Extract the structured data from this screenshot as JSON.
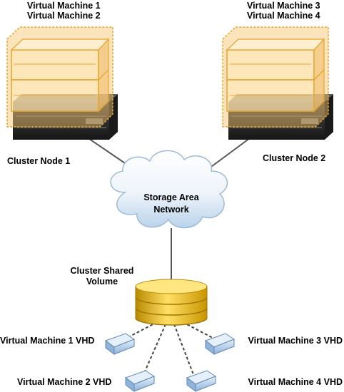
{
  "vm_group_left": {
    "line1": "Virtual Machine 1",
    "line2": "Virtual Machine 2"
  },
  "vm_group_right": {
    "line1": "Virtual Machine 3",
    "line2": "Virtual Machine 4"
  },
  "node_left": {
    "label": "Cluster Node 1"
  },
  "node_right": {
    "label": "Cluster Node 2"
  },
  "san": {
    "line1": "Storage Area",
    "line2": "Network"
  },
  "csv": {
    "line1": "Cluster Shared",
    "line2": "Volume"
  },
  "vhds": [
    {
      "label": "Virtual Machine 1 VHD"
    },
    {
      "label": "Virtual Machine 3 VHD"
    },
    {
      "label": "Virtual Machine 2 VHD"
    },
    {
      "label": "Virtual Machine 4 VHD"
    }
  ],
  "colors": {
    "vm_glow": "#f7c46a",
    "vm_outline": "#e6a52a",
    "server_dark": "#2b2b2b",
    "cloud_blue": "#b8d4ea",
    "disk_gold": "#e8b800",
    "vhd_blue": "#a9c7e6",
    "connector": "#555555"
  },
  "icons": [
    "server-icon",
    "cloud-icon",
    "disk-stack-icon",
    "vhd-icon"
  ]
}
